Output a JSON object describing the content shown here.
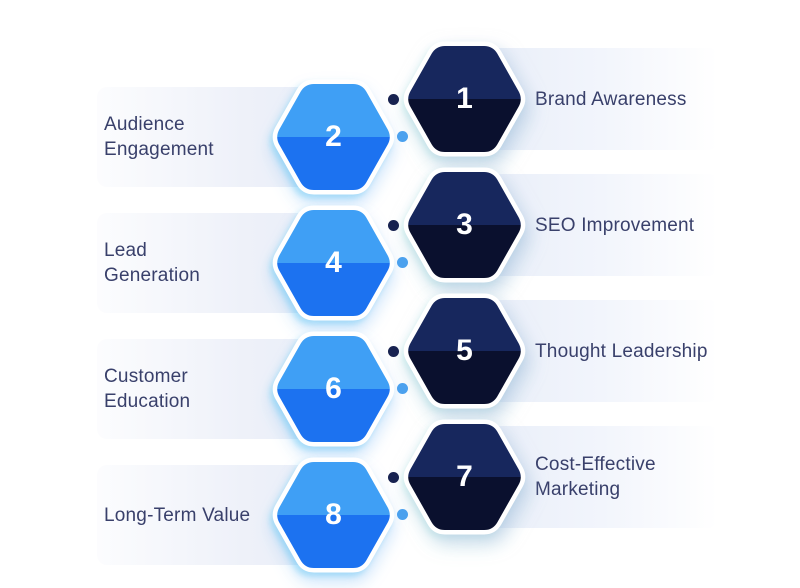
{
  "title": "Benefits infographic (hexagon list, numbers 1-8)",
  "colors": {
    "background": "#ffffff",
    "light_hex_top": "#3f9ff5",
    "light_hex_bottom": "#1c72f0",
    "dark_hex_top": "#17275d",
    "dark_hex_bottom": "#0a102e",
    "dot_dark": "#172250",
    "dot_light": "#4ba1ee",
    "label_text": "#39406b",
    "number_text": "#ffffff",
    "band": "#e7edf8"
  },
  "pairs": [
    {
      "right": {
        "number": "1",
        "lines": [
          "Brand Awareness"
        ]
      },
      "left": {
        "number": "2",
        "lines": [
          "Audience",
          "Engagement"
        ]
      }
    },
    {
      "right": {
        "number": "3",
        "lines": [
          "SEO Improvement"
        ]
      },
      "left": {
        "number": "4",
        "lines": [
          "Lead",
          "Generation"
        ]
      }
    },
    {
      "right": {
        "number": "5",
        "lines": [
          "Thought Leadership"
        ]
      },
      "left": {
        "number": "6",
        "lines": [
          "Customer",
          "Education"
        ]
      }
    },
    {
      "right": {
        "number": "7",
        "lines": [
          "Cost-Effective",
          "Marketing"
        ]
      },
      "left": {
        "number": "8",
        "lines": [
          "Long-Term Value"
        ]
      }
    }
  ]
}
